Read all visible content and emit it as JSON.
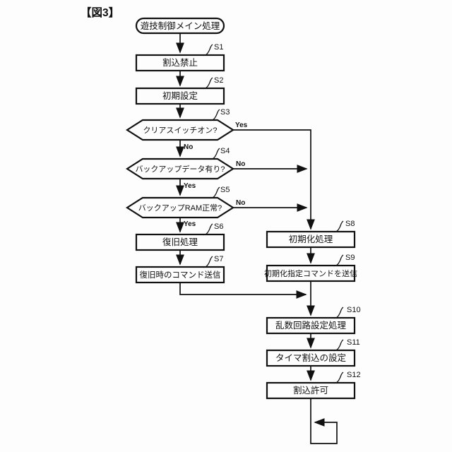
{
  "figure_label": "【図3】",
  "flowchart": {
    "start": "遊技制御メイン処理",
    "yes": "Yes",
    "no": "No",
    "steps": [
      {
        "id": "S1",
        "type": "process",
        "label": "割込禁止"
      },
      {
        "id": "S2",
        "type": "process",
        "label": "初期設定"
      },
      {
        "id": "S3",
        "type": "decision",
        "label": "クリアスイッチオン?"
      },
      {
        "id": "S4",
        "type": "decision",
        "label": "バックアップデータ有り?"
      },
      {
        "id": "S5",
        "type": "decision",
        "label": "バックアップRAM正常?"
      },
      {
        "id": "S6",
        "type": "process",
        "label": "復旧処理"
      },
      {
        "id": "S7",
        "type": "process",
        "label": "復旧時のコマンド送信"
      },
      {
        "id": "S8",
        "type": "process",
        "label": "初期化処理"
      },
      {
        "id": "S9",
        "type": "process",
        "label": "初期化指定コマンドを送信"
      },
      {
        "id": "S10",
        "type": "process",
        "label": "乱数回路設定処理"
      },
      {
        "id": "S11",
        "type": "process",
        "label": "タイマ割込の設定"
      },
      {
        "id": "S12",
        "type": "process",
        "label": "割込許可"
      }
    ],
    "edges": [
      {
        "from": "start",
        "to": "S1"
      },
      {
        "from": "S1",
        "to": "S2"
      },
      {
        "from": "S2",
        "to": "S3"
      },
      {
        "from": "S3",
        "to": "S8",
        "label": "Yes"
      },
      {
        "from": "S3",
        "to": "S4",
        "label": "No"
      },
      {
        "from": "S4",
        "to": "S8",
        "label": "No"
      },
      {
        "from": "S4",
        "to": "S5",
        "label": "Yes"
      },
      {
        "from": "S5",
        "to": "S8",
        "label": "No"
      },
      {
        "from": "S5",
        "to": "S6",
        "label": "Yes"
      },
      {
        "from": "S6",
        "to": "S7"
      },
      {
        "from": "S7",
        "to": "S10"
      },
      {
        "from": "S8",
        "to": "S9"
      },
      {
        "from": "S9",
        "to": "S10"
      },
      {
        "from": "S10",
        "to": "S11"
      },
      {
        "from": "S11",
        "to": "S12"
      },
      {
        "from": "S12",
        "to": "loop"
      }
    ]
  }
}
